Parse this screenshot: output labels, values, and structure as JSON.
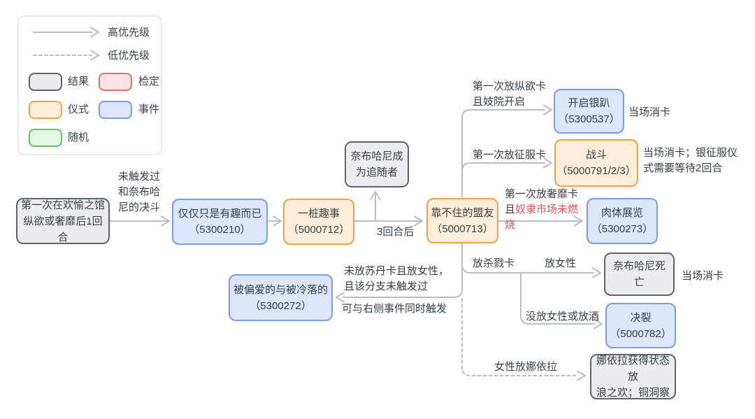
{
  "colors": {
    "line": "#b9bdc4",
    "text": "#3a3f46",
    "red_text": "#e05454",
    "result": {
      "border": "#5f646b",
      "fill": "#ececee"
    },
    "check": {
      "border": "#e36f6f",
      "fill": "#fbe3e3"
    },
    "ritual": {
      "border": "#f0a24b",
      "fill": "#fdeed9"
    },
    "event": {
      "border": "#7a9bea",
      "fill": "#dbe6fa"
    },
    "random": {
      "border": "#67bf6b",
      "fill": "#e2f6e2"
    }
  },
  "legend": {
    "high_priority": "高优先级",
    "low_priority": "低优先级",
    "result": "结果",
    "check": "检定",
    "ritual": "仪式",
    "event": "事件",
    "random": "随机"
  },
  "nodes": {
    "start": {
      "type": "结果",
      "text": "第一次在欢愉之馆\n纵欲或奢靡后1回合"
    },
    "just_fun": {
      "type": "事件",
      "text": "仅仅只是有趣而已\n（5300210）"
    },
    "amusing": {
      "type": "仪式",
      "text": "一桩趣事\n（5000712）"
    },
    "follower": {
      "type": "结果",
      "text": "奈布哈尼成\n为追随者"
    },
    "ally": {
      "type": "仪式",
      "text": "靠不住的盟友\n（5000713）"
    },
    "party": {
      "type": "事件",
      "text": "开启银趴\n（5300537）"
    },
    "battle": {
      "type": "仪式",
      "text": "战斗\n（5000791/2/3）"
    },
    "exhibit": {
      "type": "事件",
      "text": "肉体展览\n（5300273）"
    },
    "death": {
      "type": "结果",
      "text": "奈布哈尼死亡"
    },
    "split": {
      "type": "事件",
      "text": "决裂\n（5000782）"
    },
    "naila": {
      "type": "结果",
      "text": "娜依拉获得状态放\n浪之欢；铜洞察"
    },
    "favored": {
      "type": "事件",
      "text": "被偏爱的与被冷落的\n（5300272）"
    }
  },
  "edge_labels": {
    "duel": "未触发过\n和奈布哈\n尼的决斗",
    "three_rounds": "3回合后",
    "lust": "第一次放纵欲卡\n且妓院开启",
    "consume_party": "当场消卡",
    "conquer": "第一次放征服卡",
    "consume_battle": "当场消卡；银征服仪\n式需要等待2回合",
    "luxury_black": "第一次放奢靡卡且",
    "luxury_red": "奴隶市场未燃烧",
    "kill": "放杀戮卡",
    "female": "放女性",
    "consume_death": "当场消卡",
    "no_female": "没放女性或放酒",
    "sultan_cond": "未放苏丹卡且放女性，\n且该分支未触发过",
    "sultan_note": "可与右侧事件同时触发",
    "naila_cond": "女性放娜依拉"
  }
}
